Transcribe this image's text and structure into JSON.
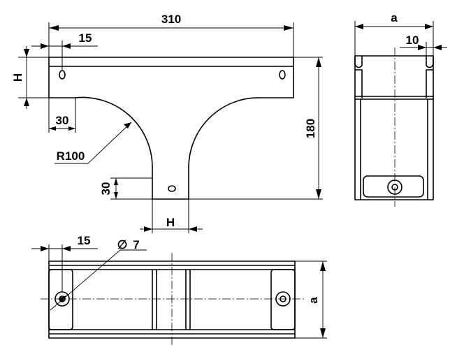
{
  "dimensions": {
    "top_width": "310",
    "top_hole_offset": "15",
    "top_flange_height": "H",
    "top_flange_depth": "30",
    "radius": "R100",
    "total_height": "180",
    "branch_flange_depth": "30",
    "branch_width": "H",
    "side_width": "a",
    "side_lip": "10",
    "bottom_hole_offset": "15",
    "hole_diameter": "7",
    "bottom_width": "a"
  },
  "symbols": {
    "diameter": "∅"
  }
}
